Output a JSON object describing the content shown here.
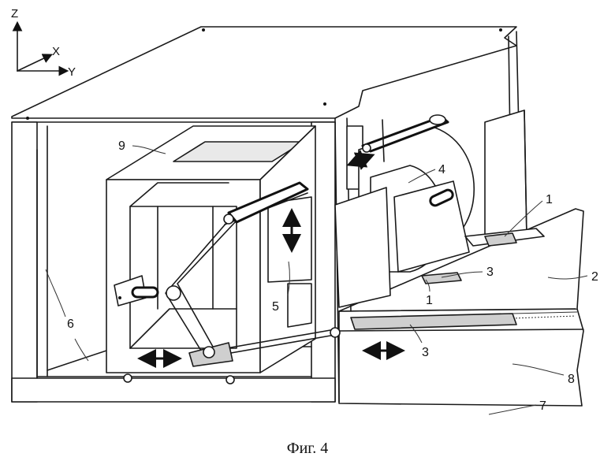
{
  "axes": {
    "z": "Z",
    "x": "X",
    "y": "Y"
  },
  "labels": {
    "l1a": "1",
    "l1b": "1",
    "l2": "2",
    "l3a": "3",
    "l3b": "3",
    "l4": "4",
    "l5": "5",
    "l6": "6",
    "l7": "7",
    "l8": "8",
    "l9": "9"
  },
  "caption": "Фиг. 4"
}
